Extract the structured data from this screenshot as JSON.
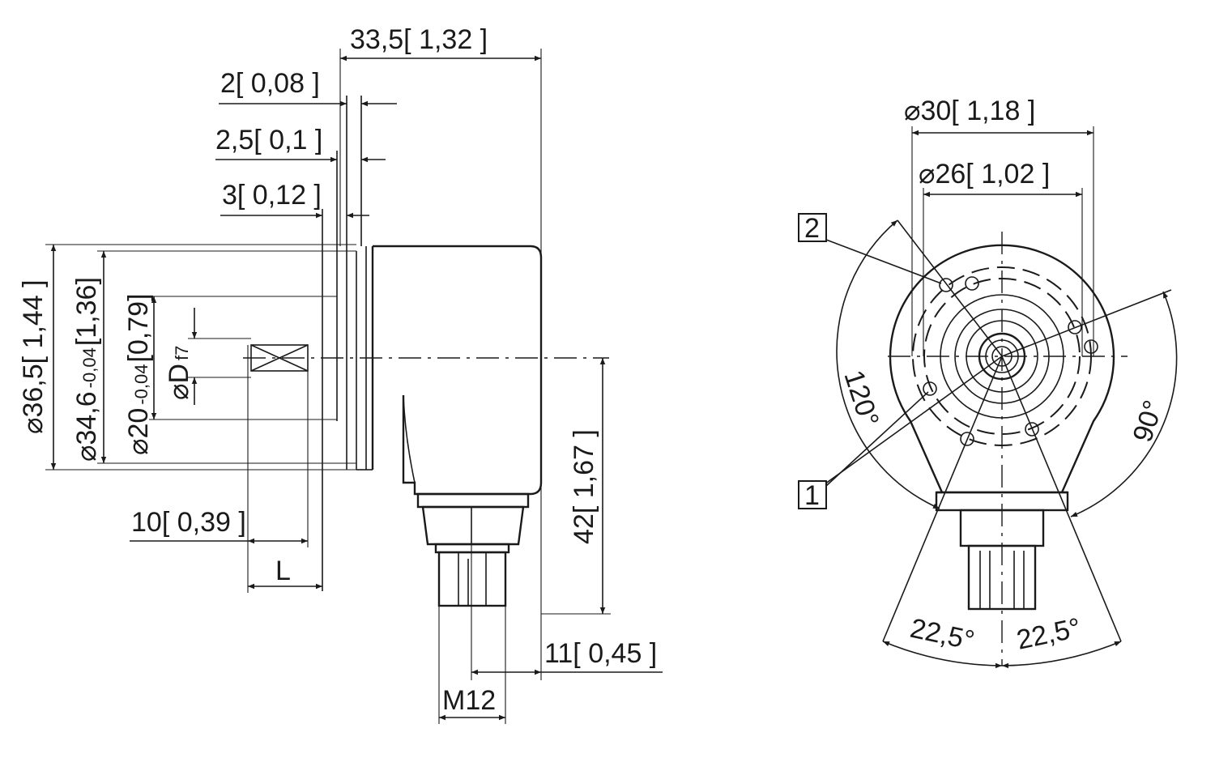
{
  "side_view": {
    "overall_length": "33,5[ 1,32 ]",
    "flange_step_1": "2[ 0,08 ]",
    "flange_step_2": "2,5[ 0,1 ]",
    "flange_step_3": "3[ 0,12 ]",
    "body_diameter": "36,5[ 1,44 ]",
    "flange_diameter_main": "34,6",
    "flange_diameter_tol": "-0,04",
    "flange_diameter_inch": "[1,36]",
    "spigot_diameter_main": "20",
    "spigot_diameter_tol": "-0,04",
    "spigot_diameter_inch": "[0,79]",
    "shaft_diameter": "D",
    "shaft_tol": "f7",
    "diameter_symbol": "⌀",
    "shaft_depth": "10[ 0,39 ]",
    "shaft_length": "L",
    "connector_height": "42[ 1,67 ]",
    "connector_offset": "11[ 0,45 ]",
    "connector_thread": "M12"
  },
  "front_view": {
    "pcd_outer": "30[ 1,18 ]",
    "pcd_inner": "26[ 1,02 ]",
    "callout_2": "2",
    "callout_1": "1",
    "angle_120": "120°",
    "angle_90": "90°",
    "angle_left": "22,5°",
    "angle_right": "22,5°"
  }
}
